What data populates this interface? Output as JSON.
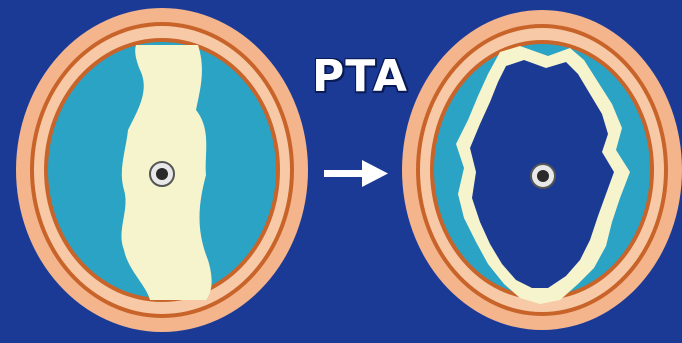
{
  "procedure_label": "PTA",
  "colors": {
    "background": "#1a3a96",
    "outer_wall": "#f4b48c",
    "wall_stripe": "#c8642a",
    "inner_wall": "#f7c9a6",
    "plaque": "#2aa3c4",
    "lumen": "#f6f4cc",
    "dilated_lumen": "#1b3a94",
    "guidewire_ring": "#e8e8e8",
    "guidewire_core": "#2a2a2a",
    "arrow": "#ffffff"
  },
  "panels": [
    {
      "name": "before-vessel",
      "state": "stenosed"
    },
    {
      "name": "after-vessel",
      "state": "dilated"
    }
  ]
}
